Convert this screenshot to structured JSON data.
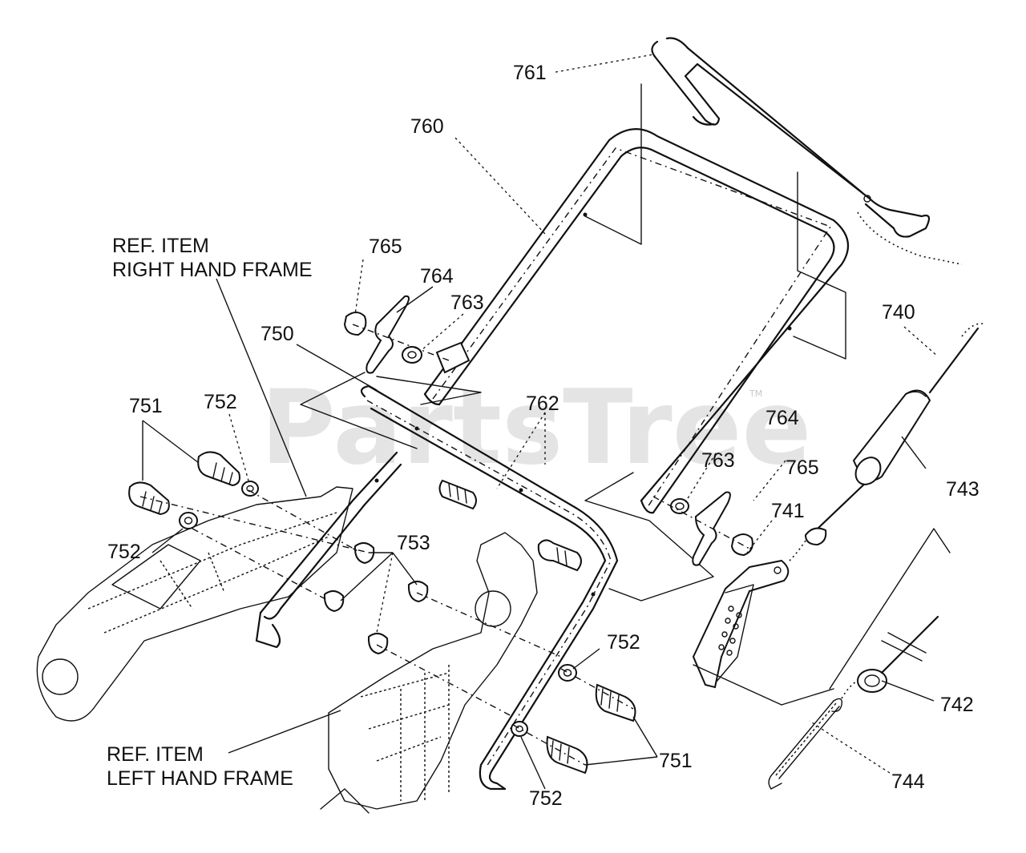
{
  "watermark": {
    "text": "PartsTree",
    "tm": "TM"
  },
  "labels": {
    "p761": "761",
    "p760": "760",
    "p765a": "765",
    "p764a": "764",
    "p763a": "763",
    "p750": "750",
    "p751a": "751",
    "p752a": "752",
    "p752b": "752",
    "p762": "762",
    "p753": "753",
    "p740": "740",
    "p743": "743",
    "p764b": "764",
    "p763b": "763",
    "p765b": "765",
    "p741": "741",
    "p752c": "752",
    "p742": "742",
    "p751b": "751",
    "p752d": "752",
    "p744": "744"
  },
  "refs": {
    "right_line1": "REF. ITEM",
    "right_line2": "RIGHT HAND FRAME",
    "left_line1": "REF. ITEM",
    "left_line2": "LEFT HAND FRAME"
  }
}
